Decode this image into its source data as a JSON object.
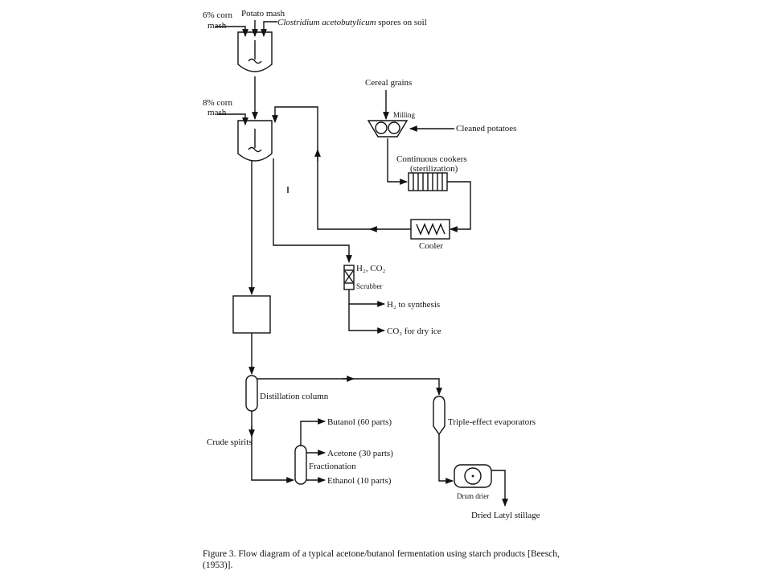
{
  "labels": {
    "corn_mash_6_line1": "6% corn",
    "corn_mash_6_line2": "mash",
    "potato_mash": "Potato mash",
    "spores_italic": "Clostridium acetobutylicum",
    "spores_rest": " spores on soil",
    "corn_mash_8_line1": "8% corn",
    "corn_mash_8_line2": "mash",
    "cereal_grains": "Cereal grains",
    "milling": "Milling",
    "cleaned_potatoes": "Cleaned potatoes",
    "continuous_cookers_line1": "Continuous cookers",
    "continuous_cookers_line2": "(sterilization)",
    "cooler": "Cooler",
    "h2_co2": "H₂, CO₂",
    "scrubber": "Scrubber",
    "h2_synthesis": "H₂ to synthesis",
    "co2_dry_ice": "CO₂ for dry ice",
    "distillation_column": "Distillation column",
    "triple_effect": "Triple-effect evaporators",
    "crude_spirits": "Crude spirits",
    "butanol": "Butanol (60 parts)",
    "acetone": "Acetone (30 parts)",
    "fractionation": "Fractionation",
    "ethanol": "Ethanol (10 parts)",
    "drum_drier": "Drum drier",
    "dried_stillage": "Dried Latyl stillage"
  },
  "caption": {
    "line1": "Figure 3.  Flow diagram of a typical acetone/butanol fermentation using starch products [Beesch,",
    "line2": "(1953)]."
  }
}
